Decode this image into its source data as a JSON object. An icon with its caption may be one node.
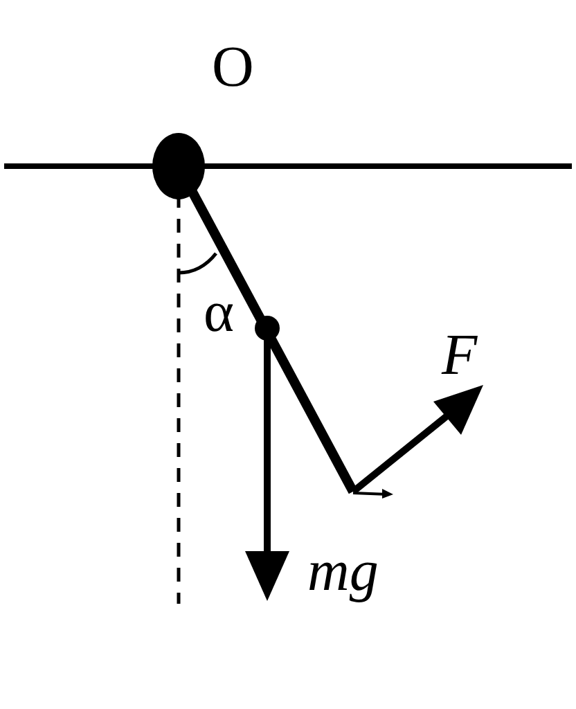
{
  "diagram": {
    "labels": [
      "O",
      "α",
      "F",
      "mg"
    ]
  }
}
